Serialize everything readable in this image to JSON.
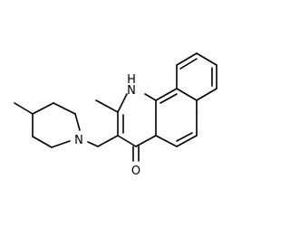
{
  "molecule": {
    "atoms": {
      "nh": "N",
      "nh_h": "H",
      "piperidine_n": "N",
      "carbonyl_o": "O"
    }
  },
  "colors": {
    "bond": "#000000",
    "label": "#000000",
    "background": "#ffffff"
  }
}
